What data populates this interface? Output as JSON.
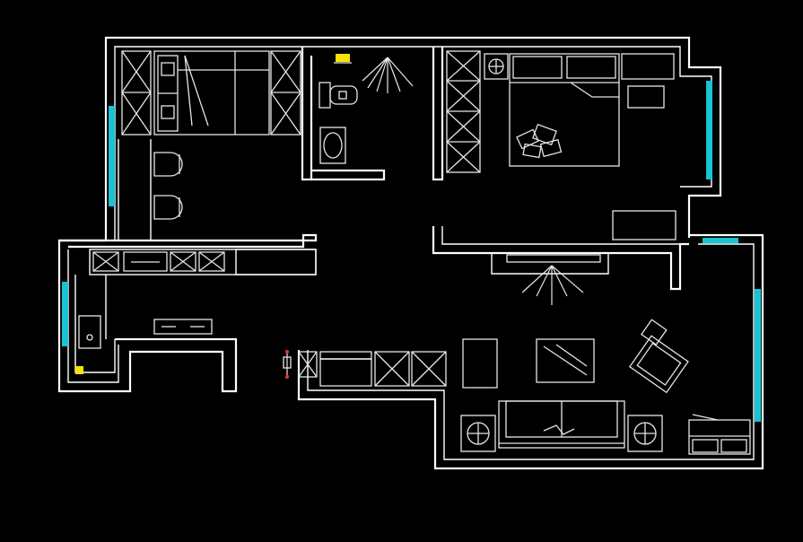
{
  "canvas": {
    "background": "#000000"
  },
  "colors": {
    "wall": "#ffffff",
    "furniture": "#e6e6e6",
    "window_glass": "#19c3d2",
    "marker": "#f5e400",
    "door_marker": "#ff2a2a"
  },
  "drawing": {
    "view": "floor-plan",
    "rooms": [
      {
        "id": "bedroom-left",
        "furniture": [
          "wardrobe",
          "bed",
          "desk",
          "chairs"
        ]
      },
      {
        "id": "bathroom",
        "furniture": [
          "toilet",
          "sink",
          "shower"
        ]
      },
      {
        "id": "bedroom-right",
        "furniture": [
          "wardrobe",
          "bed",
          "nightstand",
          "desk"
        ]
      },
      {
        "id": "kitchen",
        "furniture": [
          "sink",
          "stove",
          "counter"
        ]
      },
      {
        "id": "dining",
        "furniture": [
          "cabinet"
        ]
      },
      {
        "id": "living-room",
        "furniture": [
          "sofa",
          "coffee-table",
          "armchair",
          "side-tables",
          "tv-console"
        ]
      }
    ],
    "windows_count": 5,
    "icons": [
      "ceiling-light-icon",
      "yellow-marker-icon",
      "door-marker-icon"
    ]
  }
}
